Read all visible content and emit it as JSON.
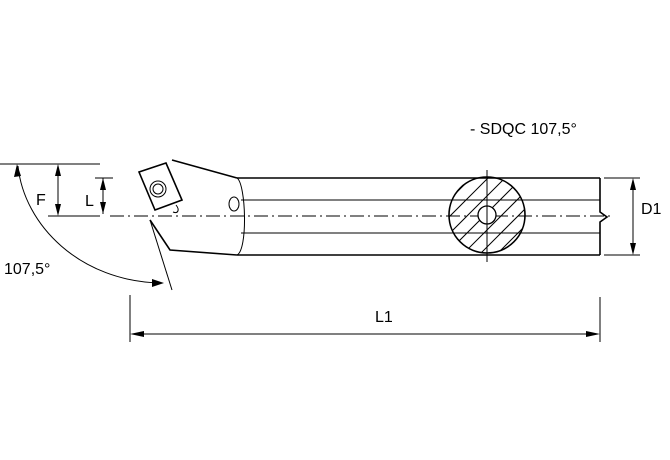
{
  "title": "- SDQC 107,5°",
  "labels": {
    "f": "F",
    "l": "L",
    "angle": "107,5°",
    "d1": "D1",
    "l1": "L1"
  }
}
